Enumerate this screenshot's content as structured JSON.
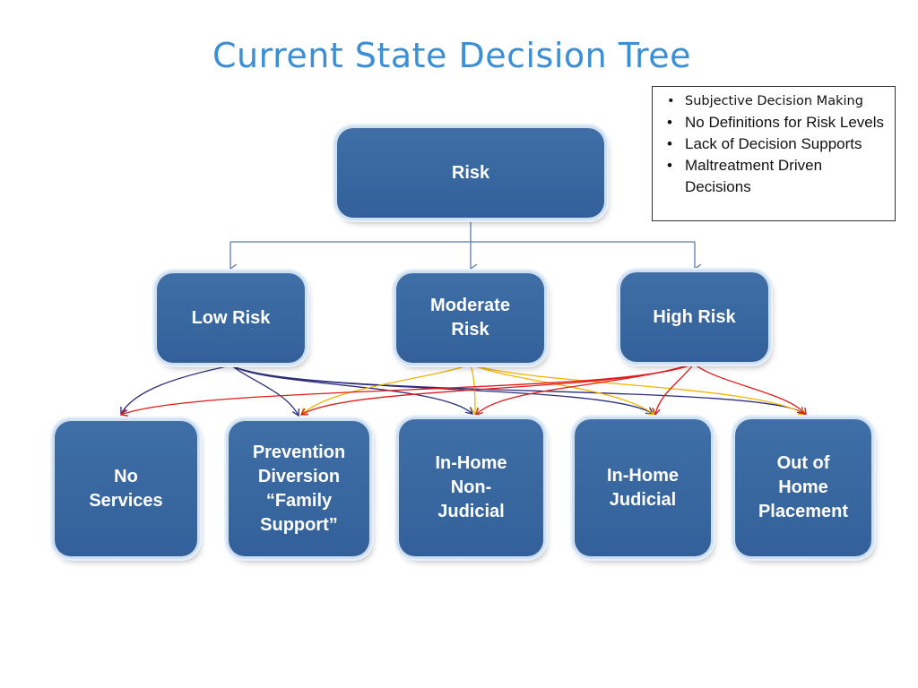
{
  "title": "Current State Decision Tree",
  "notes": [
    "Subjective Decision Making",
    "No Definitions for Risk Levels",
    "Lack of Decision Supports",
    "Maltreatment Driven Decisions"
  ],
  "nodes": {
    "root": "Risk",
    "low": "Low Risk",
    "moderate": "Moderate\nRisk",
    "high": "High Risk",
    "no_services": "No\nServices",
    "prevention": "Prevention\nDiversion\n“Family\nSupport”",
    "inhome_nonjudicial": "In-Home\nNon-\nJudicial",
    "inhome_judicial": "In-Home\nJudicial",
    "out_of_home": "Out of\nHome\nPlacement"
  },
  "colors": {
    "node_fill": "#3a679f",
    "title": "#3a8fd6",
    "low_risk_links": "#2b2d7a",
    "moderate_risk_links": "#f0b400",
    "high_risk_links": "#e01b1b",
    "tree_connector": "#5b7fa8"
  }
}
